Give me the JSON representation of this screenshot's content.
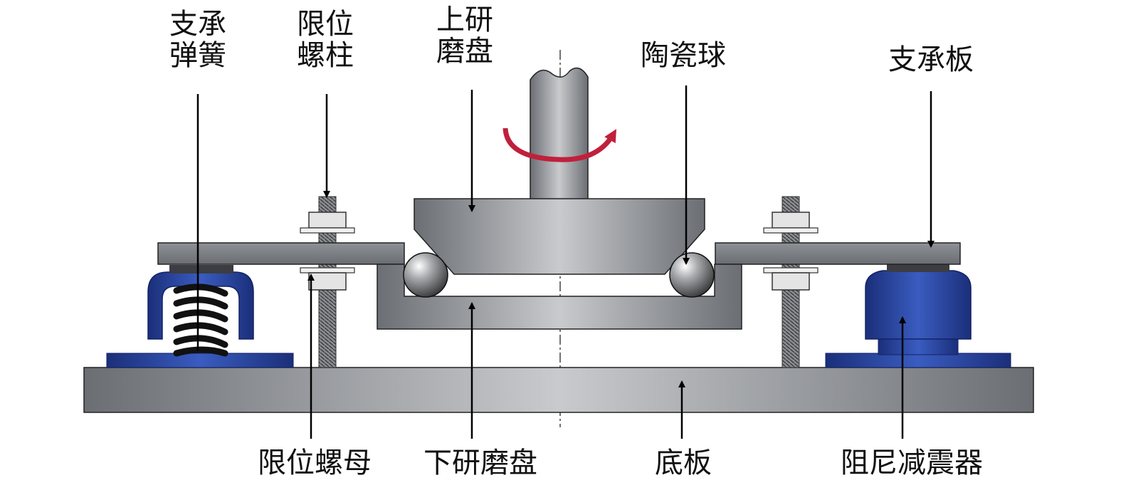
{
  "labels": {
    "support_spring": [
      "支承",
      "弹簧"
    ],
    "limit_stud": [
      "限位",
      "螺柱"
    ],
    "upper_disc": [
      "上研",
      "磨盘"
    ],
    "ceramic_ball": "陶瓷球",
    "support_plate": "支承板",
    "limit_nut": "限位螺母",
    "lower_disc": "下研磨盘",
    "base_plate": "底板",
    "damper": "阻尼减震器"
  },
  "colors": {
    "steel_dark": "#707378",
    "steel_light": "#c9cbce",
    "damper_blue": "#2a4aa6",
    "damper_blue_dark": "#1b2f7a",
    "rotation_arrow": "#c0203c",
    "spring": "#151515",
    "leader": "#000000"
  }
}
